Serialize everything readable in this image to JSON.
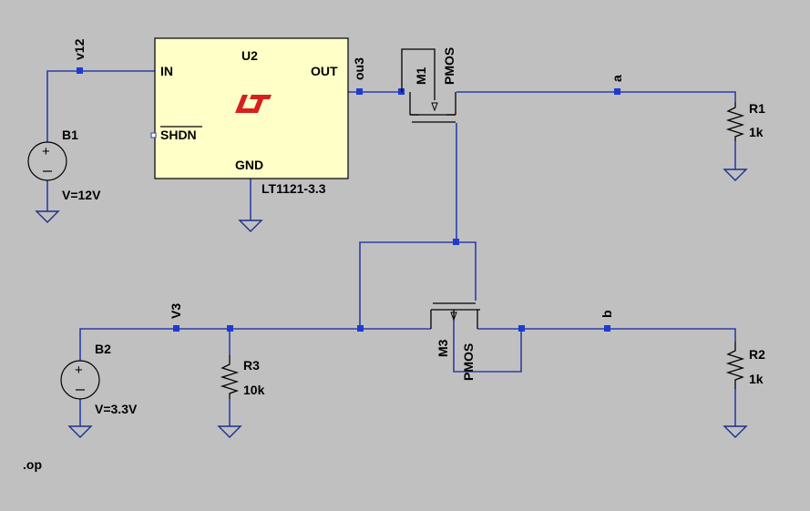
{
  "colors": {
    "background": "#c0c0c0",
    "wire": "#2b3fa8",
    "junction": "#1f3ad0",
    "ground": "#1c2f8a",
    "component": "#000000",
    "ic_body": "#ffffc8",
    "logo": "#d81e1e"
  },
  "net_labels": {
    "v12": "v12",
    "ou3": "ou3",
    "a": "a",
    "V3": "V3",
    "b": "b"
  },
  "u2": {
    "ref": "U2",
    "pin_in": "IN",
    "pin_out": "OUT",
    "pin_gnd": "GND",
    "pin_shdn": "SHDN",
    "part": "LT1121-3.3",
    "logo_icon": "linear-technology-logo-icon"
  },
  "b1": {
    "ref": "B1",
    "value": "V=12V"
  },
  "b2": {
    "ref": "B2",
    "value": "V=3.3V"
  },
  "m1": {
    "ref": "M1",
    "model": "PMOS"
  },
  "m3": {
    "ref": "M3",
    "model": "PMOS"
  },
  "r1": {
    "ref": "R1",
    "value": "1k"
  },
  "r2": {
    "ref": "R2",
    "value": "1k"
  },
  "r3": {
    "ref": "R3",
    "value": "10k"
  },
  "directive": ".op"
}
